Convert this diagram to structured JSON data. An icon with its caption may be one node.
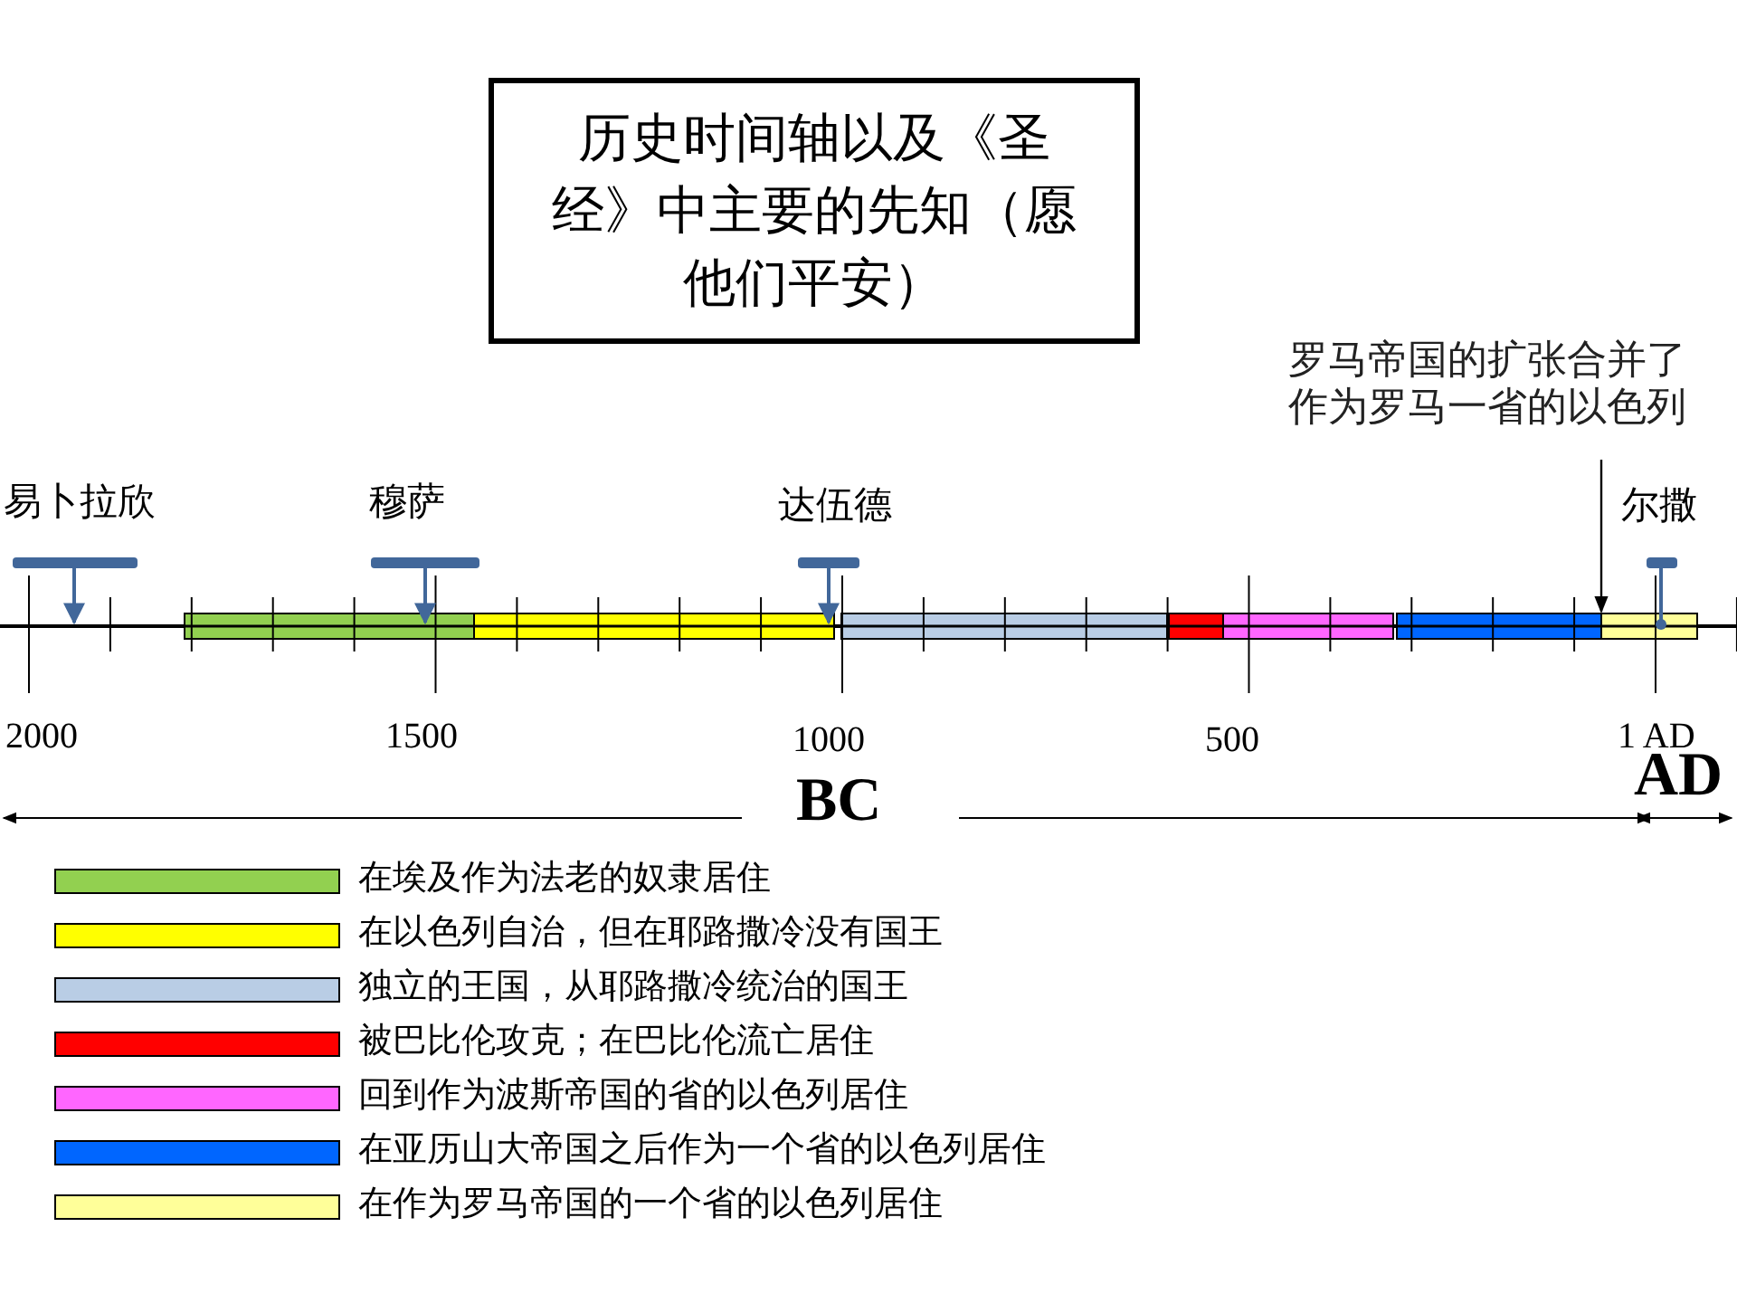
{
  "diagram": {
    "nodes": [
      {
        "text": [
          "历史时间轴以及《圣经》中主要的先知（愿他们平安）"
        ]
      },
      {
        "text": [
          "罗马帝国的扩张合并了作为罗马一省的以色列"
        ]
      },
      {
        "text": [],
        "shape": "bar"
      },
      {
        "text": [],
        "shape": "bar"
      },
      {
        "text": [],
        "shape": "bar"
      },
      {
        "text": [],
        "shape": "bar"
      },
      {
        "text": [],
        "shape": "bar"
      },
      {
        "text": [],
        "shape": "bar"
      },
      {
        "text": [],
        "shape": "bar"
      }
    ],
    "edges": [
      {
        "from": 1,
        "to": 8,
        "arrow": "to"
      }
    ],
    "labels": [
      "易卜拉欣",
      "穆萨",
      "达伍德",
      "尔撒",
      "2000",
      "1500",
      "1000",
      "500",
      "1 AD",
      "BC",
      "AD"
    ],
    "legend": [
      {
        "text": "在埃及作为法老的奴隶居住",
        "color": "#92d050"
      },
      {
        "text": "在以色列自治，但在耶路撒冷没有国王",
        "color": "#ffff00"
      },
      {
        "text": "独立的王国，从耶路撒冷统治的国王",
        "color": "#b9cde5"
      },
      {
        "text": "被巴比伦攻克；在巴比伦流亡居住",
        "color": "#ff0000"
      },
      {
        "text": "回到作为波斯帝国的省的以色列居住",
        "color": "#ff66ff"
      },
      {
        "text": "在亚历山大帝国之后作为一个省的以色列居住",
        "color": "#0066ff"
      },
      {
        "text": "在作为罗马帝国的一个省的以色列居住",
        "color": "#ffff99"
      }
    ]
  }
}
